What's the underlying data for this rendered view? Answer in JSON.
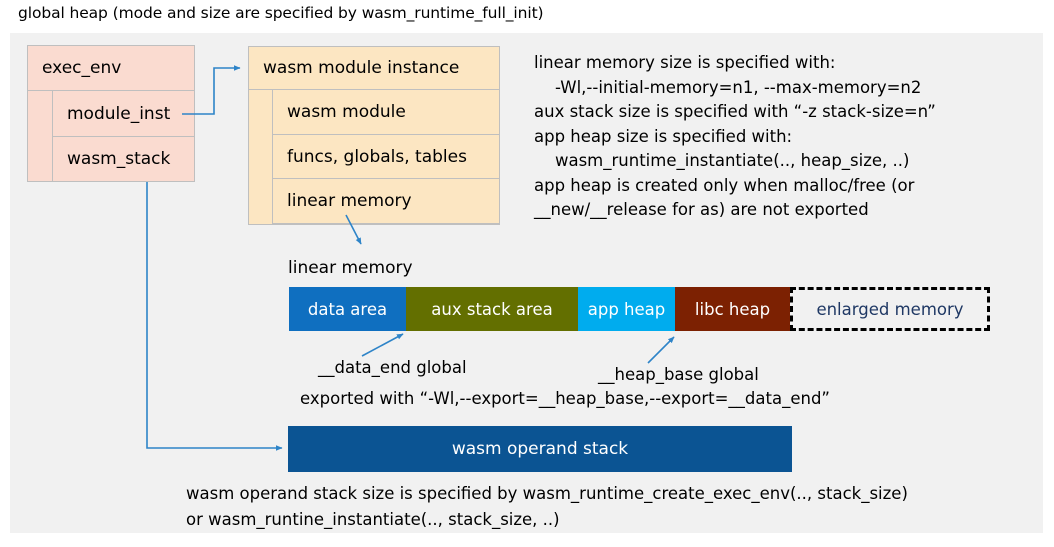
{
  "title": "global heap (mode and size are specified by wasm_runtime_full_init)",
  "colors": {
    "panel_bg": "#f1f1f1",
    "exec_env_fill": "#fadbd0",
    "module_fill": "#fce6c2",
    "box_border": "#bfbfbf",
    "data_area": "#0f6fc0",
    "aux_stack_area": "#636f00",
    "app_heap": "#00acee",
    "libc_heap": "#7c2102",
    "enlarged_memory_text": "#1f3864",
    "operand_stack": "#0b5493",
    "connector": "#2e84c8"
  },
  "exec_env": {
    "header": "exec_env",
    "rows": [
      "module_inst",
      "wasm_stack"
    ]
  },
  "module_instance": {
    "header": "wasm module instance",
    "rows": [
      "wasm module",
      "funcs, globals, tables",
      "linear memory"
    ]
  },
  "note_right": "linear memory size is specified with:\n    -Wl,--initial-memory=n1, --max-memory=n2\naux stack size is specified with “-z stack-size=n”\napp heap size is specified with:\n    wasm_runtime_instantiate(.., heap_size, ..)\napp heap is created only when malloc/free (or\n__new/__release for as) are not exported",
  "linear_memory": {
    "caption": "linear memory",
    "segments": [
      {
        "label": "data area",
        "color": "#0f6fc0"
      },
      {
        "label": "aux stack area",
        "color": "#636f00"
      },
      {
        "label": "app heap",
        "color": "#00acee"
      },
      {
        "label": "libc heap",
        "color": "#7c2102"
      },
      {
        "label": "enlarged memory",
        "color": "#f1f1f1"
      }
    ],
    "annotations": {
      "data_end": "__data_end global",
      "heap_base": "__heap_base global",
      "exported": "exported with “-Wl,--export=__heap_base,--export=__data_end”"
    }
  },
  "operand_stack": {
    "label": "wasm operand stack",
    "note": "wasm operand stack size is specified by wasm_runtime_create_exec_env(.., stack_size)\nor wasm_runtine_instantiate(.., stack_size, ..)"
  }
}
